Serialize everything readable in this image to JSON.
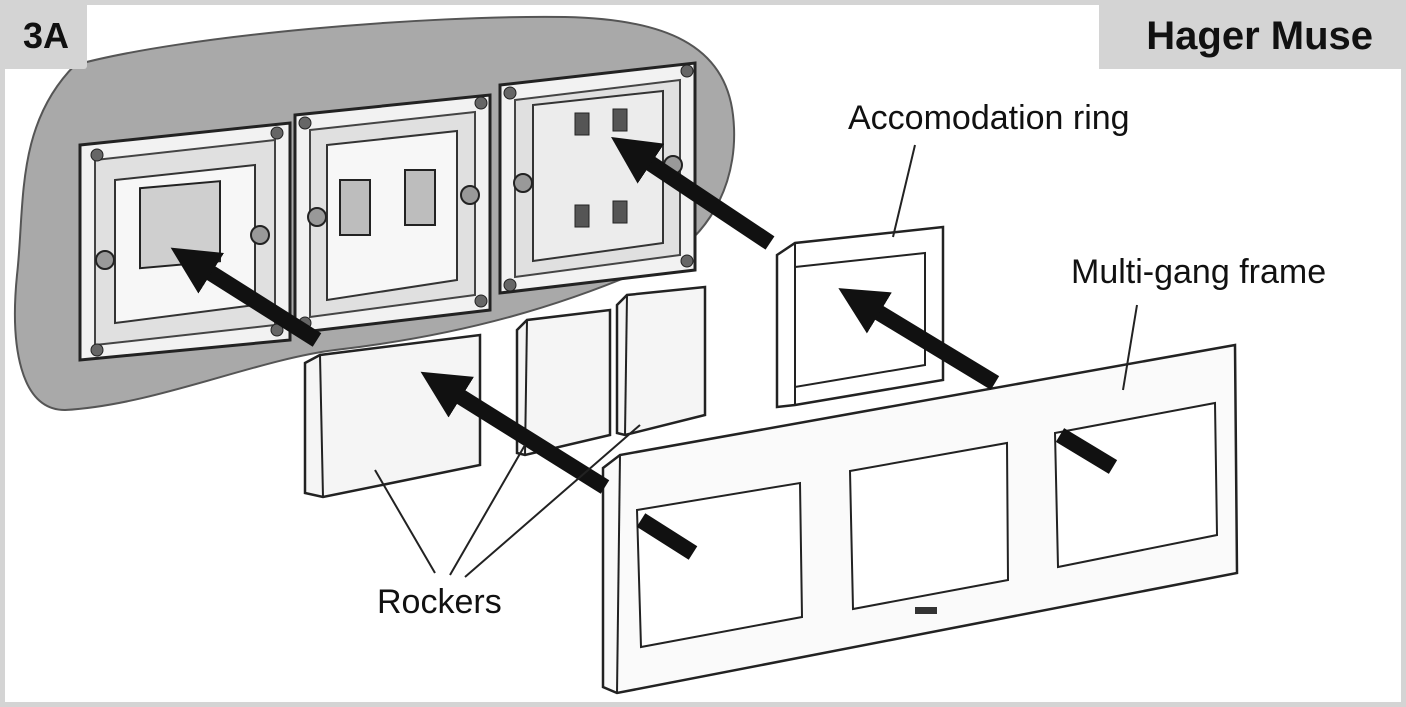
{
  "header": {
    "step": "3A",
    "brand": "Hager Muse"
  },
  "labels": {
    "accommodation_ring": "Accomodation ring",
    "multi_gang_frame": "Multi-gang frame",
    "rockers": "Rockers"
  },
  "colors": {
    "wall": "#a9a9a9",
    "panel_border": "#d4d4d4",
    "arrow": "#111111",
    "line": "#222222"
  }
}
